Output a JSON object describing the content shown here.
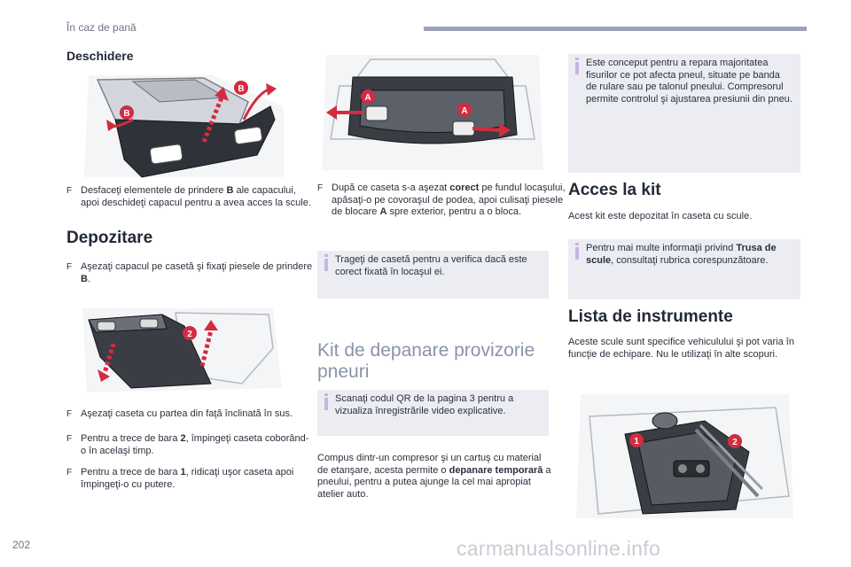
{
  "header": {
    "section": "În caz de pană"
  },
  "page_number": "202",
  "watermark": "carmanualsonline.info",
  "col1": {
    "heading_deschidere": "Deschidere",
    "fig1_labels": [
      "B",
      "B"
    ],
    "bullet_1": {
      "pre": "Desfaceţi elementele de prindere ",
      "b": "B",
      "post": " ale capacului, apoi deschideţi capacul pentru a avea acces la scule."
    },
    "heading_depozitare": "Depozitare",
    "bullet_2": {
      "pre": "Aşezaţi capacul pe casetă şi fixaţi piesele de prindere ",
      "b": "B",
      "post": "."
    },
    "fig2_label": "2",
    "bullet_3": "Aşezaţi caseta cu partea din faţă înclinată în sus.",
    "bullet_4": {
      "pre": "Pentru a trece de bara ",
      "b": "2",
      "post": ", împingeţi caseta coborând-o în acelaşi timp."
    },
    "bullet_5": {
      "pre": "Pentru a trece de bara ",
      "b": "1",
      "post": ", ridicaţi uşor caseta apoi împingeţi-o cu putere."
    }
  },
  "col2": {
    "fig_labels": [
      "A",
      "A"
    ],
    "bullet_1": {
      "pre": "După ce caseta s-a aşezat ",
      "b": "corect",
      "post": " pe fundul locaşului, apăsaţi-o pe covoraşul de podea, apoi culisaţi piesele de blocare ",
      "b2": "A",
      "post2": " spre exterior, pentru a o bloca."
    },
    "note_1": "Trageţi de casetă pentru a verifica dacă este corect fixată în locaşul ei.",
    "heading_kit": "Kit de depanare provizorie pneuri",
    "note_2": "Scanaţi codul QR de la pagina 3 pentru a vizualiza înregistrările video explicative.",
    "para": {
      "pre": "Compus dintr-un compresor şi un cartuş cu material de etanşare, acesta permite o ",
      "b": "depanare temporară",
      "post": " a pneului, pentru a putea ajunge la cel mai apropiat atelier auto."
    }
  },
  "col3": {
    "note_1": "Este conceput pentru a repara majoritatea fisurilor ce pot afecta pneul, situate pe banda de rulare sau pe talonul pneului. Compresorul permite controlul şi ajustarea presiunii din pneu.",
    "heading_acces": "Acces la kit",
    "para_acces": "Acest kit este depozitat în caseta cu scule.",
    "note_2": {
      "pre": "Pentru mai multe informaţii privind ",
      "b": "Trusa de scule",
      "post": ", consultaţi rubrica corespunzătoare."
    },
    "heading_lista": "Lista de instrumente",
    "para_lista": "Aceste scule sunt specifice vehiculului şi pot varia în funcţie de echipare. Nu le utilizaţi în alte scopuri.",
    "fig_labels": [
      "1",
      "2"
    ]
  },
  "colors": {
    "accent_red": "#d42b40",
    "note_bg": "#ebedf2",
    "note_bar": "#c6b6e2",
    "header_bar": "#9aa3b8"
  }
}
